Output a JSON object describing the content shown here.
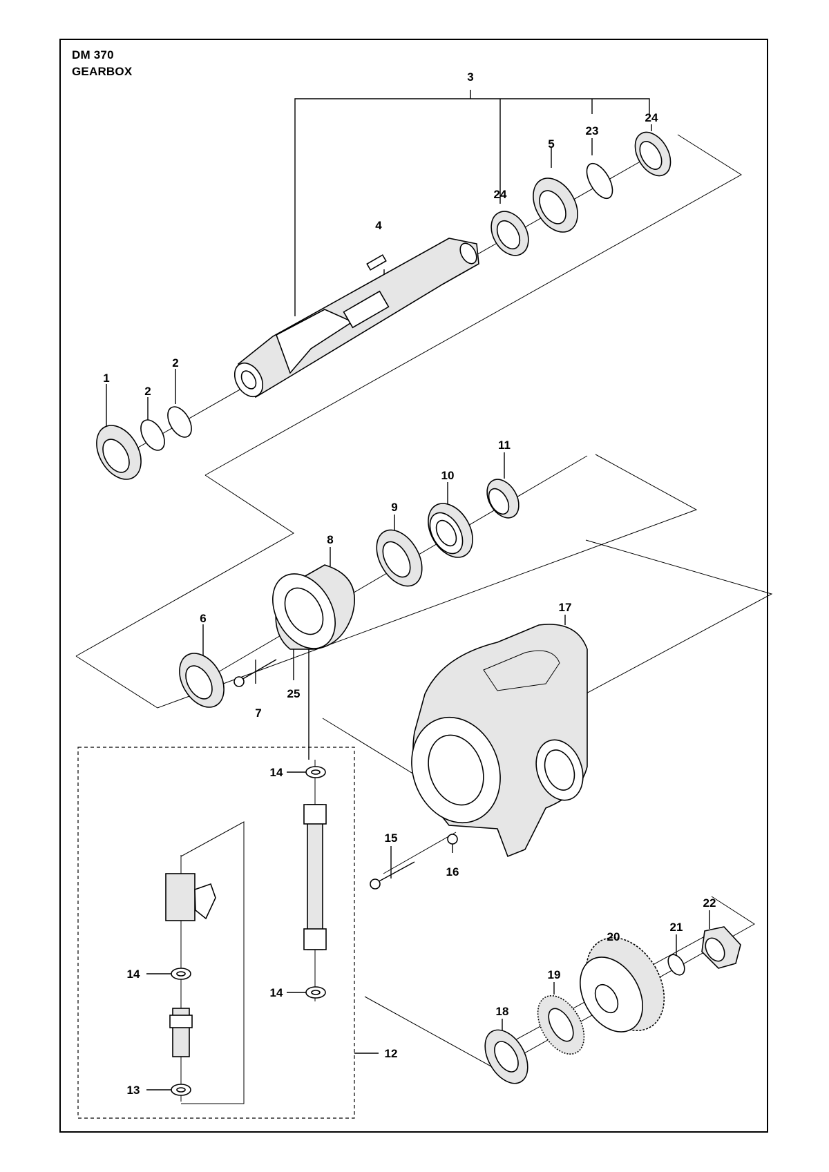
{
  "header": {
    "model": "DM 370",
    "section": "GEARBOX"
  },
  "callouts": [
    "1",
    "2",
    "2",
    "3",
    "4",
    "5",
    "23",
    "24",
    "24",
    "6",
    "7",
    "8",
    "9",
    "10",
    "11",
    "25",
    "17",
    "14",
    "14",
    "14",
    "15",
    "16",
    "13",
    "12",
    "18",
    "19",
    "20",
    "21",
    "22"
  ],
  "colors": {
    "line": "#000000",
    "background": "#ffffff",
    "part_fill": "#e6e6e6"
  }
}
